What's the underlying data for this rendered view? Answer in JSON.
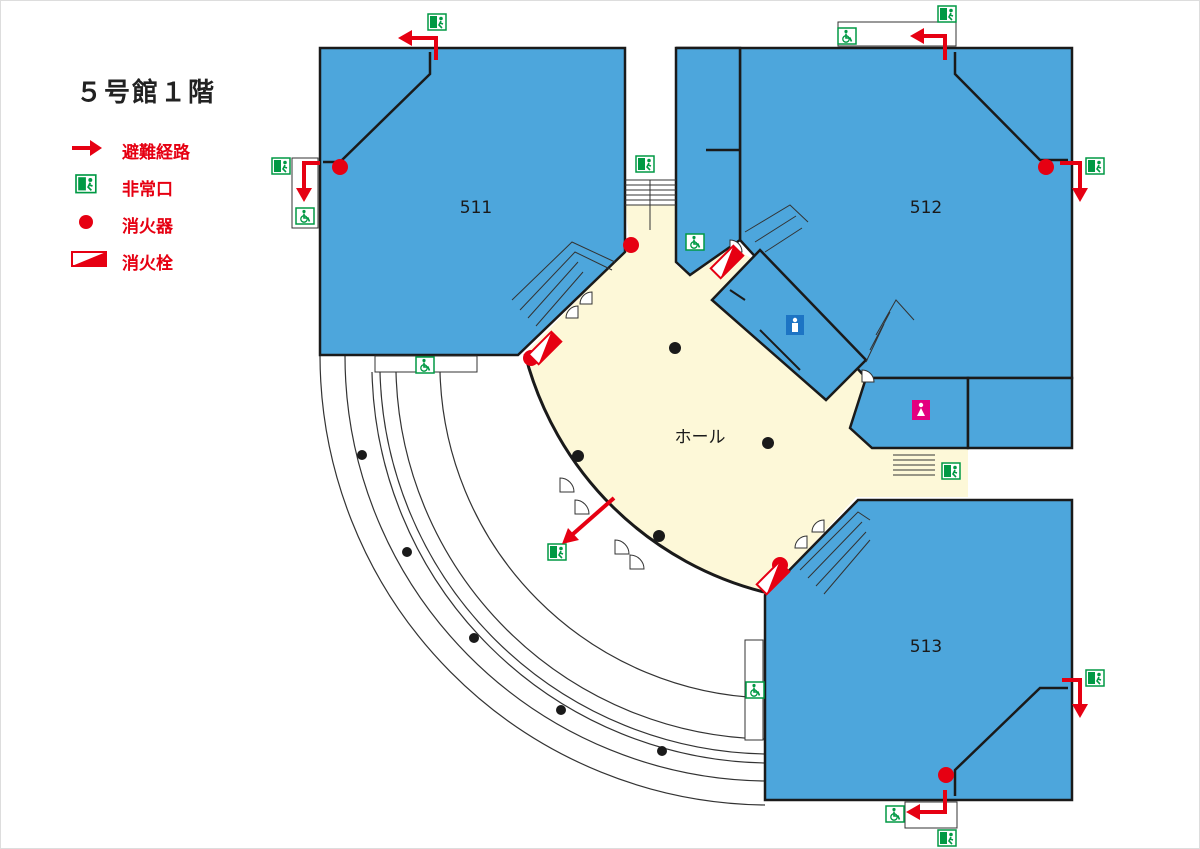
{
  "title": "５号館１階",
  "legend": {
    "evacuation_route": "避難経路",
    "emergency_exit": "非常口",
    "fire_extinguisher": "消火器",
    "fire_hydrant": "消火栓"
  },
  "rooms": {
    "r511": "511",
    "r512": "512",
    "r513": "513",
    "hall": "ホール"
  },
  "colors": {
    "room_fill": "#4da6dc",
    "hall_fill": "#fdf8d8",
    "route_red": "#e60012",
    "exit_green": "#009944",
    "restroom_male": "#1d74c4",
    "restroom_female": "#e4007f"
  },
  "icons": [
    "emergency-exit-icon",
    "wheelchair-icon",
    "male-restroom-icon",
    "female-restroom-icon",
    "fire-extinguisher-icon",
    "fire-hydrant-icon",
    "evacuation-arrow-icon"
  ]
}
